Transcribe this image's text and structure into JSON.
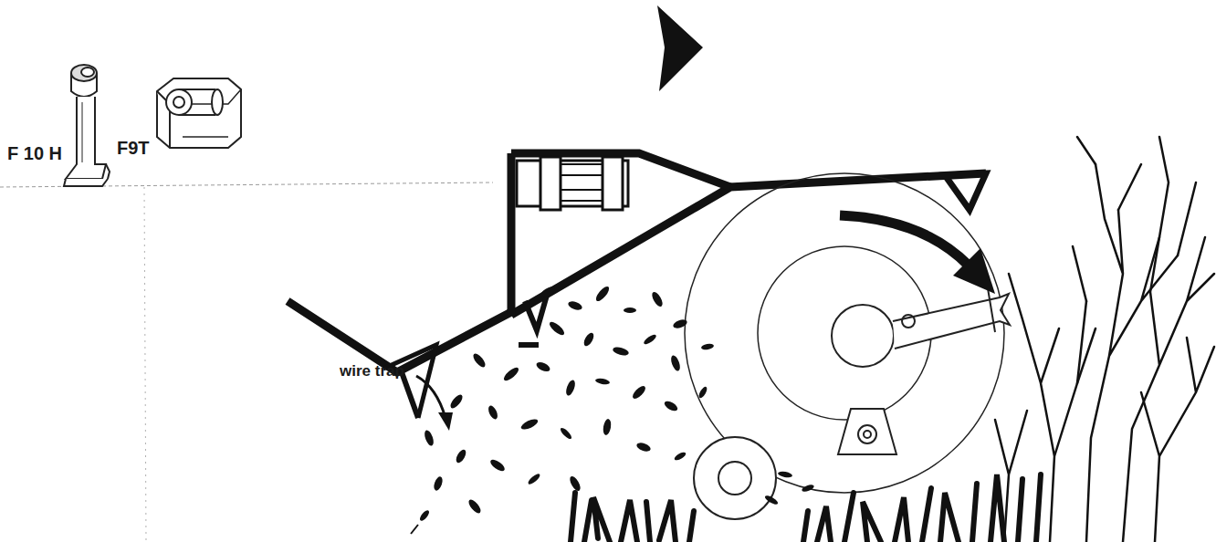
{
  "diagram": {
    "labels": [
      "F 10 H",
      "F9T",
      "wire trap"
    ]
  }
}
